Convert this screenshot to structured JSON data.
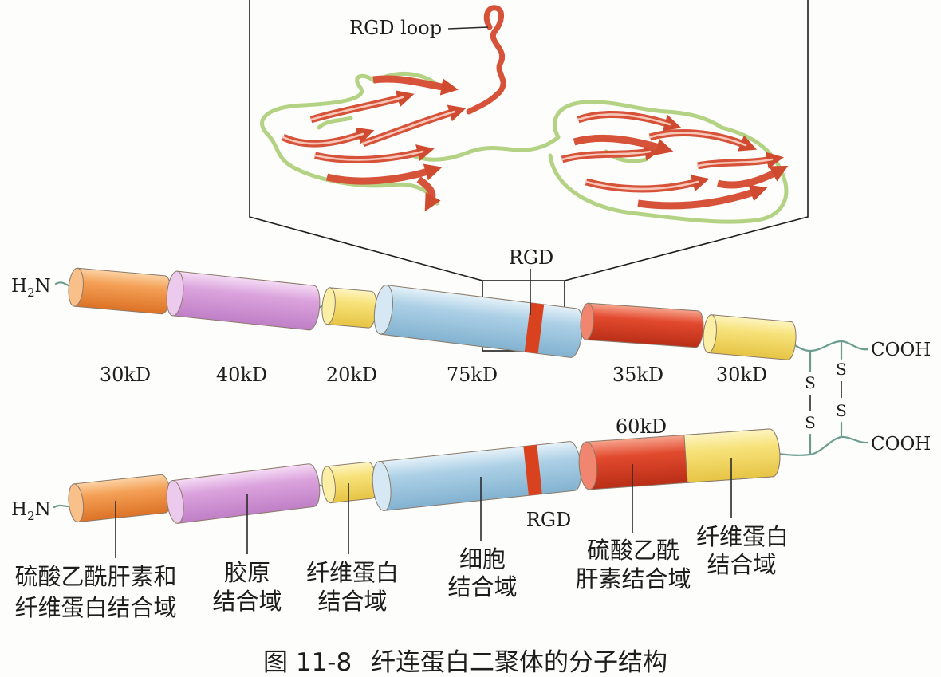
{
  "palette": {
    "orange": "#f4a056",
    "pink": "#dba3dd",
    "yellow": "#f7e27a",
    "blue": "#acd0e6",
    "red": "#e24a2e",
    "caption_blue": "#3a9fd6"
  },
  "structure": {
    "rgd_loop_label": "RGD loop"
  },
  "top_chain": {
    "n_terminus": {
      "element": "H",
      "subscript": "2",
      "end": "N"
    },
    "c_terminus": "COOH",
    "rgd_label": "RGD",
    "domain_masses": [
      "30kD",
      "40kD",
      "20kD",
      "75kD",
      "35kD",
      "30kD"
    ]
  },
  "disulfide_bonds": [
    [
      "S",
      "S"
    ],
    [
      "S",
      "S"
    ]
  ],
  "bottom_chain": {
    "n_terminus": {
      "element": "H",
      "subscript": "2",
      "end": "N"
    },
    "c_terminus": "COOH",
    "rgd_label": "RGD",
    "fused_domain_mass": "60kD",
    "domain_labels": [
      [
        "硫酸乙酰肝素和",
        "纤维蛋白结合域"
      ],
      [
        "胶原",
        "结合域"
      ],
      [
        "纤维蛋白",
        "结合域"
      ],
      [
        "细胞",
        "结合域"
      ],
      [
        "硫酸乙酰",
        "肝素结合域"
      ],
      [
        "纤维蛋白",
        "结合域"
      ]
    ]
  },
  "caption": {
    "number": "图 11-8",
    "title": "纤连蛋白二聚体的分子结构"
  }
}
